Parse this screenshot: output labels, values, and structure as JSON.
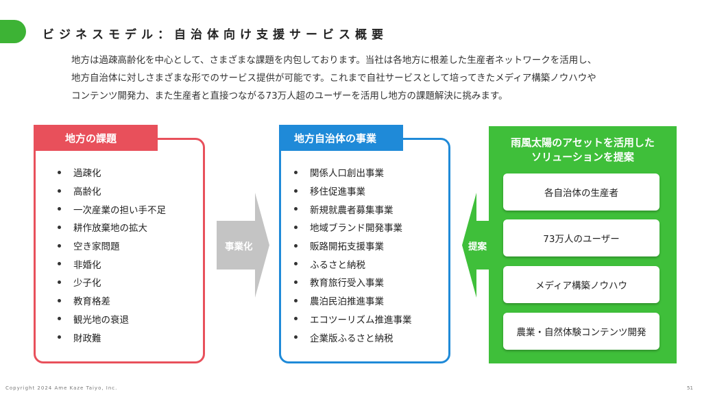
{
  "slide": {
    "title": "ビジネスモデル：自治体向け支援サービス概要",
    "intro_lines": [
      "地方は過疎高齢化を中心として、さまざまな課題を内包しております。当社は各地方に根差した生産者ネットワークを活用し、",
      "地方自治体に対しさまざまな形でのサービス提供が可能です。これまで自社サービスとして培ってきたメディア構築ノウハウや",
      "コンテンツ開発力、また生産者と直接つながる73万人超のユーザーを活用し地方の課題解決に挑みます。"
    ]
  },
  "challenges": {
    "header": "地方の課題",
    "items": [
      "過疎化",
      "高齢化",
      "一次産業の担い手不足",
      "耕作放棄地の拡大",
      "空き家問題",
      "非婚化",
      "少子化",
      "教育格差",
      "観光地の衰退",
      "財政難"
    ]
  },
  "business": {
    "header": "地方自治体の事業",
    "items": [
      "関係人口創出事業",
      "移住促進事業",
      "新規就農者募集事業",
      "地域ブランド開発事業",
      "販路開拓支援事業",
      "ふるさと納税",
      "教育旅行受入事業",
      "農泊民泊推進事業",
      "エコツーリズム推進事業",
      "企業版ふるさと納税"
    ]
  },
  "arrows": {
    "right_label": "事業化",
    "left_label": "提案"
  },
  "solutions": {
    "title_line1": "雨風太陽のアセットを活用した",
    "title_line2": "ソリューションを提案",
    "cards": [
      "各自治体の生産者",
      "73万人のユーザー",
      "メディア構築ノウハウ",
      "農業・自然体験コンテンツ開発"
    ]
  },
  "footer": {
    "copyright": "Copyright 2024 Ame Kaze Taiyo, Inc.",
    "page_number": "51"
  },
  "colors": {
    "accent_green": "#3db335",
    "challenge_red": "#e8505b",
    "business_blue": "#1f8ad8",
    "solution_green": "#3fbf3a",
    "arrow_gray": "#c4c4c4"
  }
}
